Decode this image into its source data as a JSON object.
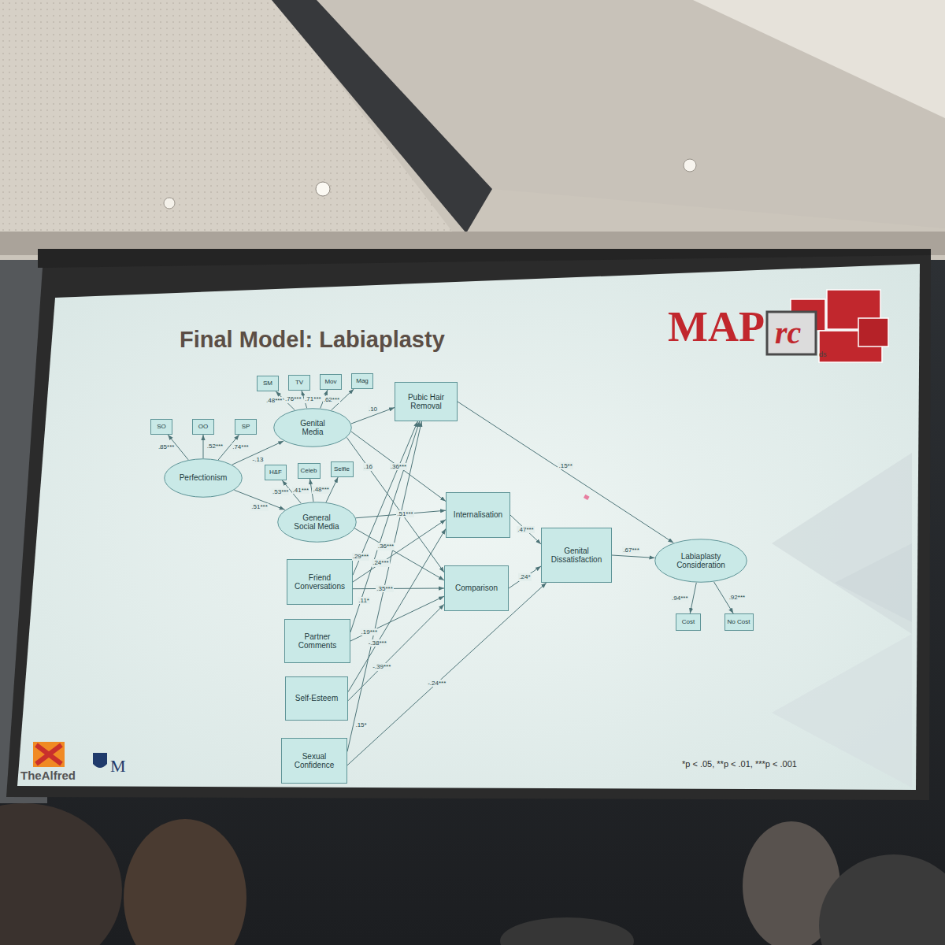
{
  "diagram": {
    "title": "Final Model: Labiaplasty",
    "nodes": [
      {
        "text": [
          "SO"
        ]
      },
      {
        "text": [
          "OO"
        ]
      },
      {
        "text": [
          "SP"
        ]
      },
      {
        "text": [
          "Perfectionism"
        ]
      },
      {
        "text": [
          "SM"
        ]
      },
      {
        "text": [
          "TV"
        ]
      },
      {
        "text": [
          "Mov"
        ]
      },
      {
        "text": [
          "Mag"
        ]
      },
      {
        "text": [
          "Genital Media"
        ]
      },
      {
        "text": [
          "H&F"
        ]
      },
      {
        "text": [
          "Celeb"
        ]
      },
      {
        "text": [
          "Selfie"
        ]
      },
      {
        "text": [
          "General Social Media"
        ]
      },
      {
        "text": [
          "Pubic Hair Removal"
        ]
      },
      {
        "text": [
          "Internalisation"
        ]
      },
      {
        "text": [
          "Comparison"
        ]
      },
      {
        "text": [
          "Genital Dissatisfaction"
        ]
      },
      {
        "text": [
          "Labiaplasty Consideration"
        ]
      },
      {
        "text": [
          "Cost"
        ]
      },
      {
        "text": [
          "No Cost"
        ]
      },
      {
        "text": [
          "Friend Conversations"
        ]
      },
      {
        "text": [
          "Partner Comments"
        ]
      },
      {
        "text": [
          "Self-Esteem"
        ]
      },
      {
        "text": [
          "Sexual Confidence"
        ]
      }
    ],
    "edges": [
      {
        "from": 3,
        "to": 0,
        "arrow": "to",
        "label": ".85***"
      },
      {
        "from": 3,
        "to": 1,
        "arrow": "to",
        "label": ".52***"
      },
      {
        "from": 3,
        "to": 2,
        "arrow": "to",
        "label": ".74***"
      },
      {
        "from": 3,
        "to": 8,
        "arrow": "to",
        "label": "-.13"
      },
      {
        "from": 3,
        "to": 12,
        "arrow": "to",
        "label": ".51***"
      },
      {
        "from": 8,
        "to": 4,
        "arrow": "to",
        "label": ".48***"
      },
      {
        "from": 8,
        "to": 5,
        "arrow": "to",
        "label": ".76***"
      },
      {
        "from": 8,
        "to": 6,
        "arrow": "to",
        "label": ".71***"
      },
      {
        "from": 8,
        "to": 7,
        "arrow": "to",
        "label": ".62***"
      },
      {
        "from": 12,
        "to": 9,
        "arrow": "to",
        "label": ".53***"
      },
      {
        "from": 12,
        "to": 10,
        "arrow": "to",
        "label": ".41***"
      },
      {
        "from": 12,
        "to": 11,
        "arrow": "to",
        "label": ".48***"
      },
      {
        "from": 8,
        "to": 13,
        "arrow": "to",
        "label": ".10"
      },
      {
        "from": 8,
        "to": 15,
        "arrow": "to",
        "label": ".16"
      },
      {
        "from": 8,
        "to": 14,
        "arrow": "to",
        "label": ".36***"
      },
      {
        "from": 12,
        "to": 14,
        "arrow": "to",
        "label": ".51***"
      },
      {
        "from": 12,
        "to": 15,
        "arrow": "to",
        "label": ".36***"
      },
      {
        "from": 20,
        "to": 13,
        "arrow": "to",
        "label": ".29***"
      },
      {
        "from": 20,
        "to": 14,
        "arrow": "to",
        "label": ".24***"
      },
      {
        "from": 20,
        "to": 15,
        "arrow": "to",
        "label": ".35***"
      },
      {
        "from": 21,
        "to": 13,
        "arrow": "to",
        "label": ".11*"
      },
      {
        "from": 21,
        "to": 15,
        "arrow": "to",
        "label": ".19***"
      },
      {
        "from": 22,
        "to": 14,
        "arrow": "to",
        "label": "-.38***"
      },
      {
        "from": 22,
        "to": 15,
        "arrow": "to",
        "label": "-.39***"
      },
      {
        "from": 23,
        "to": 13,
        "arrow": "to",
        "label": ".15*"
      },
      {
        "from": 23,
        "to": 16,
        "arrow": "to",
        "label": "-.24***"
      },
      {
        "from": 13,
        "to": 17,
        "arrow": "to",
        "label": ".15**"
      },
      {
        "from": 14,
        "to": 16,
        "arrow": "to",
        "label": ".47***"
      },
      {
        "from": 15,
        "to": 16,
        "arrow": "to",
        "label": ".24*"
      },
      {
        "from": 16,
        "to": 17,
        "arrow": "to",
        "label": ".67***"
      },
      {
        "from": 17,
        "to": 18,
        "arrow": "to",
        "label": ".94***"
      },
      {
        "from": 17,
        "to": 19,
        "arrow": "to",
        "label": ".92***"
      }
    ],
    "labels": [
      "MAP",
      "rc",
      "ds",
      "TheAlfred",
      "M",
      "*p < .05, **p < .01, ***p < .001"
    ]
  }
}
